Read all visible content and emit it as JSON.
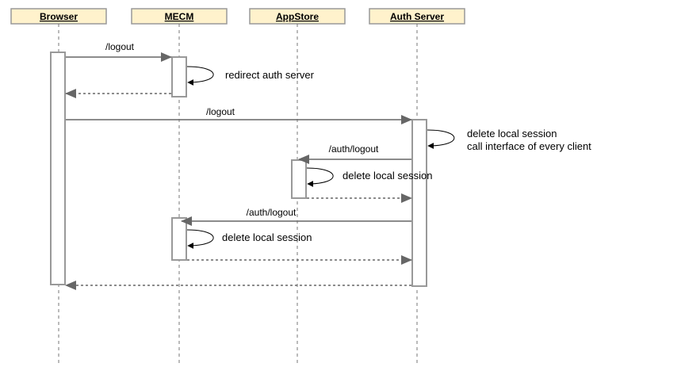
{
  "colors": {
    "header_fill": "#fff2cc",
    "header_stroke": "#999999",
    "line": "#666666",
    "self_arrow": "#000000"
  },
  "participants": [
    {
      "id": "browser",
      "label": "Browser"
    },
    {
      "id": "mecm",
      "label": "MECM"
    },
    {
      "id": "appstore",
      "label": "AppStore"
    },
    {
      "id": "auth",
      "label": "Auth Server"
    }
  ],
  "messages": [
    {
      "id": "m1",
      "label": "/logout"
    },
    {
      "id": "m2",
      "label": "/logout"
    },
    {
      "id": "m3",
      "label": "/auth/logout"
    },
    {
      "id": "m4",
      "label": "/auth/logout"
    }
  ],
  "notes": {
    "mecm_redirect": "redirect auth server",
    "auth_delete": "delete local session",
    "auth_call": "call interface of every client",
    "appstore_delete": "delete local session",
    "mecm_delete": "delete local session"
  }
}
